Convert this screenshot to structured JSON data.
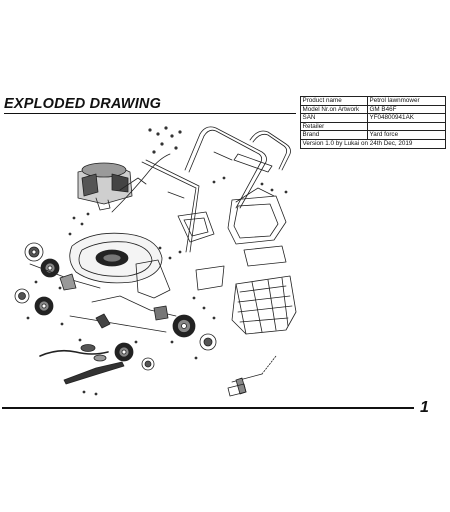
{
  "header": {
    "title": "EXPLODED DRAWING"
  },
  "spec_table": {
    "rows": [
      {
        "label": "Product name",
        "value": "Petrol lawnmower"
      },
      {
        "label": "Model Nr.on Artwork",
        "value": "GM B46F"
      },
      {
        "label": "SAN",
        "value": "YF04800941AK"
      },
      {
        "label": "Retailer",
        "value": ""
      },
      {
        "label": "Brand",
        "value": "Yard force"
      }
    ],
    "version": "Version 1.0 by Lukai on 24th Dec, 2019"
  },
  "footer": {
    "page_number": "1"
  }
}
